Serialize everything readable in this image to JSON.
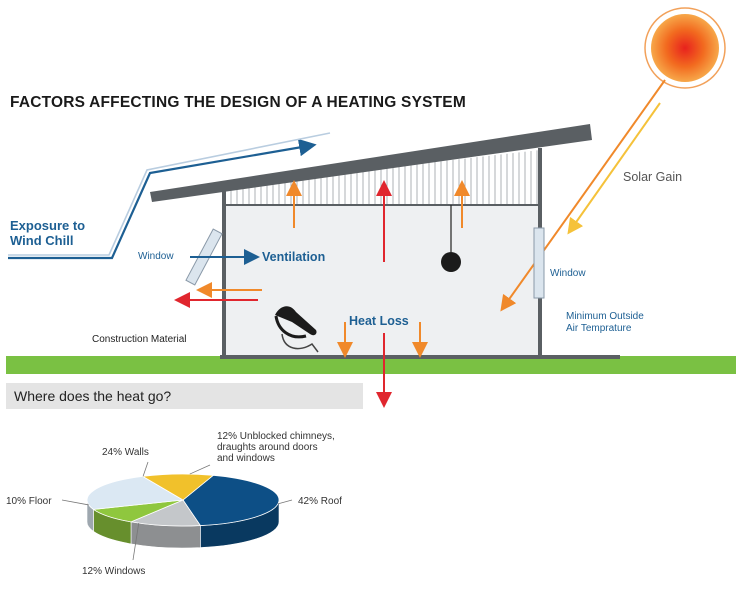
{
  "title": "FACTORS AFFECTING THE DESIGN OF A HEATING SYSTEM",
  "labels": {
    "exposure_line1": "Exposure to",
    "exposure_line2": "Wind Chill",
    "window_left": "Window",
    "ventilation": "Ventilation",
    "solar_gain": "Solar Gain",
    "window_right": "Window",
    "min_outside_line1": "Minimum Outside",
    "min_outside_line2": "Air Temprature",
    "construction_material": "Construction Material",
    "heat_loss": "Heat Loss"
  },
  "where_heading": "Where does the heat go?",
  "colors": {
    "blue_label": "#1d5f93",
    "red_arrow": "#e0262e",
    "orange_arrow": "#f0892b",
    "grass": "#7ac143",
    "roof": "#5a5f63"
  },
  "chart_data": {
    "type": "pie",
    "slices": [
      {
        "label": "42% Roof",
        "value": 42,
        "color": "#0d4f86"
      },
      {
        "label": "12% Windows",
        "value": 12,
        "color": "#c4c7ca"
      },
      {
        "label": "10% Floor",
        "value": 10,
        "color": "#8fc73e"
      },
      {
        "label": "24% Walls",
        "value": 24,
        "color": "#dbe8f3"
      },
      {
        "label_lines": [
          "12% Unblocked chimneys,",
          "draughts around doors",
          "and windows"
        ],
        "value": 12,
        "color": "#f1c12b"
      }
    ]
  }
}
